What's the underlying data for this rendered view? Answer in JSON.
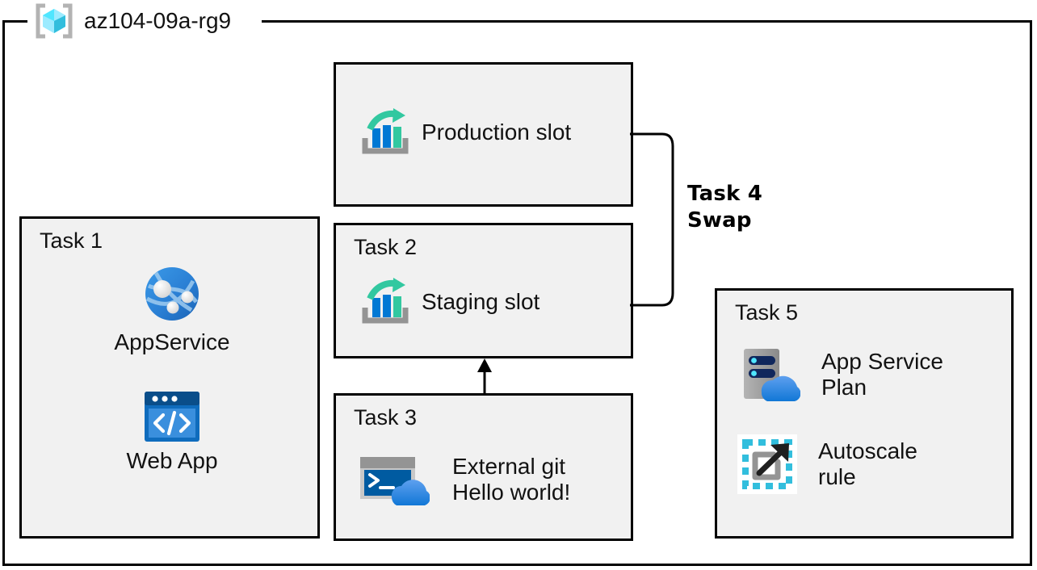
{
  "resource_group": {
    "name": "az104-09a-rg9",
    "icon": "resource-group-cube-icon"
  },
  "boxes": {
    "production": {
      "label": "",
      "item_label": "Production slot",
      "icon": "deployment-slot-icon"
    },
    "task1": {
      "label": "Task 1",
      "items": [
        {
          "label": "AppService",
          "icon": "app-service-sphere-icon"
        },
        {
          "label": "Web App",
          "icon": "web-app-code-window-icon"
        }
      ]
    },
    "task2": {
      "label": "Task 2",
      "item_label": "Staging slot",
      "icon": "deployment-slot-icon"
    },
    "task3": {
      "label": "Task 3",
      "item_label": "External git\nHello world!",
      "icon": "cloud-shell-terminal-icon"
    },
    "task5": {
      "label": "Task 5",
      "items": [
        {
          "label": "App Service\nPlan",
          "icon": "app-service-plan-server-cloud-icon"
        },
        {
          "label": "Autoscale\nrule",
          "icon": "autoscale-rule-arrow-icon"
        }
      ]
    }
  },
  "connectors": {
    "swap": {
      "label": "Task 4\nSwap",
      "from": "Production slot",
      "to": "Staging slot",
      "style": "bracket"
    },
    "deploy": {
      "label": "",
      "from": "Task 3",
      "to": "Task 2",
      "style": "arrow-up"
    }
  },
  "colors": {
    "box_fill": "#f1f1f1",
    "stroke": "#000000",
    "azure_blue": "#0078d4",
    "azure_teal": "#32c8a0",
    "cyan": "#32d4f5",
    "gray": "#949494",
    "dark_navy": "#10275c"
  }
}
